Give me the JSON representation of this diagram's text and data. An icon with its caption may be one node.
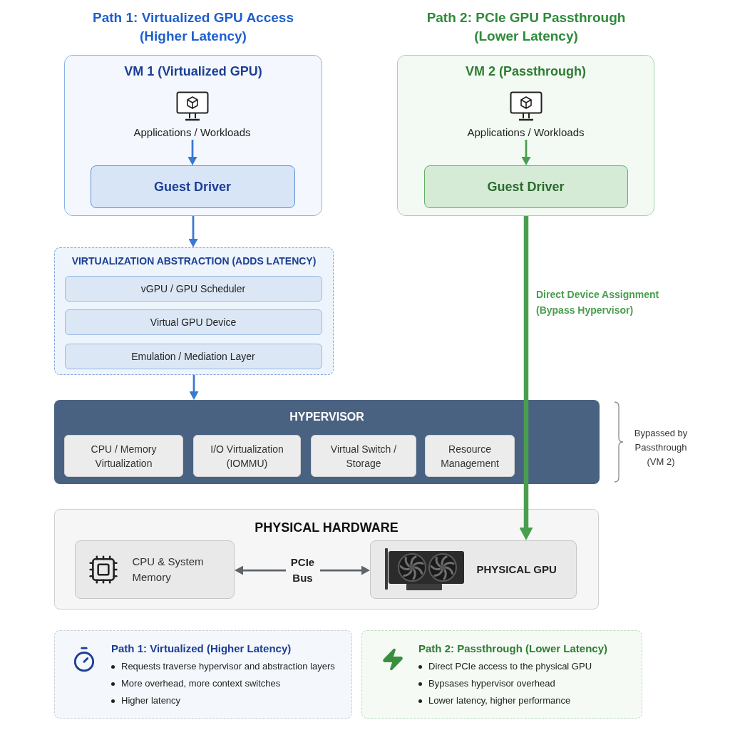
{
  "diagram": {
    "nodes": [
      {
        "text": [
          "VM 1 (Virtualized GPU)"
        ]
      },
      {
        "text": [
          "Applications / Workloads"
        ],
        "in": 0
      },
      {
        "text": [
          "Guest Driver"
        ],
        "in": 0
      },
      {
        "text": [
          "VM 2 (Passthrough)"
        ]
      },
      {
        "text": [
          "Applications / Workloads"
        ],
        "in": 3
      },
      {
        "text": [
          "Guest Driver"
        ],
        "in": 3
      },
      {
        "text": [
          "VIRTUALIZATION ABSTRACTION (ADDS LATENCY)"
        ]
      },
      {
        "text": [
          "vGPU / GPU Scheduler"
        ],
        "in": 6
      },
      {
        "text": [
          "Virtual GPU Device"
        ],
        "in": 6
      },
      {
        "text": [
          "Emulation / Mediation Layer"
        ],
        "in": 6
      },
      {
        "text": [
          "HYPERVISOR"
        ],
        "beside": [
          "Bypassed by Passthrough (VM 2)"
        ]
      },
      {
        "text": [
          "CPU / Memory Virtualization"
        ],
        "in": 10
      },
      {
        "text": [
          "I/O Virtualization (IOMMU)"
        ],
        "in": 10
      },
      {
        "text": [
          "Virtual Switch / Storage"
        ],
        "in": 10
      },
      {
        "text": [
          "Resource Management"
        ],
        "in": 10
      },
      {
        "text": [
          "PHYSICAL HARDWARE"
        ]
      },
      {
        "text": [
          "CPU & System Memory"
        ],
        "in": 15
      },
      {
        "text": [
          "PCIe Bus"
        ],
        "in": 15
      },
      {
        "text": [
          "PHYSICAL GPU"
        ],
        "in": 15
      },
      {
        "text": [
          "Path 1: Virtualized (Higher Latency)",
          "Requests traverse hypervisor and abstraction layers",
          "More overhead, more context switches",
          "Higher latency"
        ]
      },
      {
        "text": [
          "Path 2: Passthrough (Lower Latency)",
          "Direct PCIe access to the physical GPU",
          "Bypsases hypervisor overhead",
          "Lower latency, higher performance"
        ]
      }
    ],
    "edges": [
      {
        "from": 1,
        "to": 2,
        "arrow": "to"
      },
      {
        "from": 0,
        "to": 6,
        "arrow": "to"
      },
      {
        "from": 6,
        "to": 10,
        "arrow": "to"
      },
      {
        "from": 4,
        "to": 5,
        "arrow": "to",
        "color": "#4a9e4f"
      },
      {
        "from": 3,
        "to": 18,
        "arrow": "to",
        "label": "Direct Device Assignment (Bypass Hypervisor)",
        "style": "thick",
        "color": "#4a9e4f"
      },
      {
        "from": 17,
        "to": 16,
        "arrow": "to",
        "color": "#5f646b"
      },
      {
        "from": 17,
        "to": 18,
        "arrow": "to",
        "color": "#5f646b"
      }
    ],
    "labels": [
      "Path 1: Virtualized GPU Access (Higher Latency)",
      "Path 2: PCIe GPU Passthrough (Lower Latency)"
    ]
  }
}
